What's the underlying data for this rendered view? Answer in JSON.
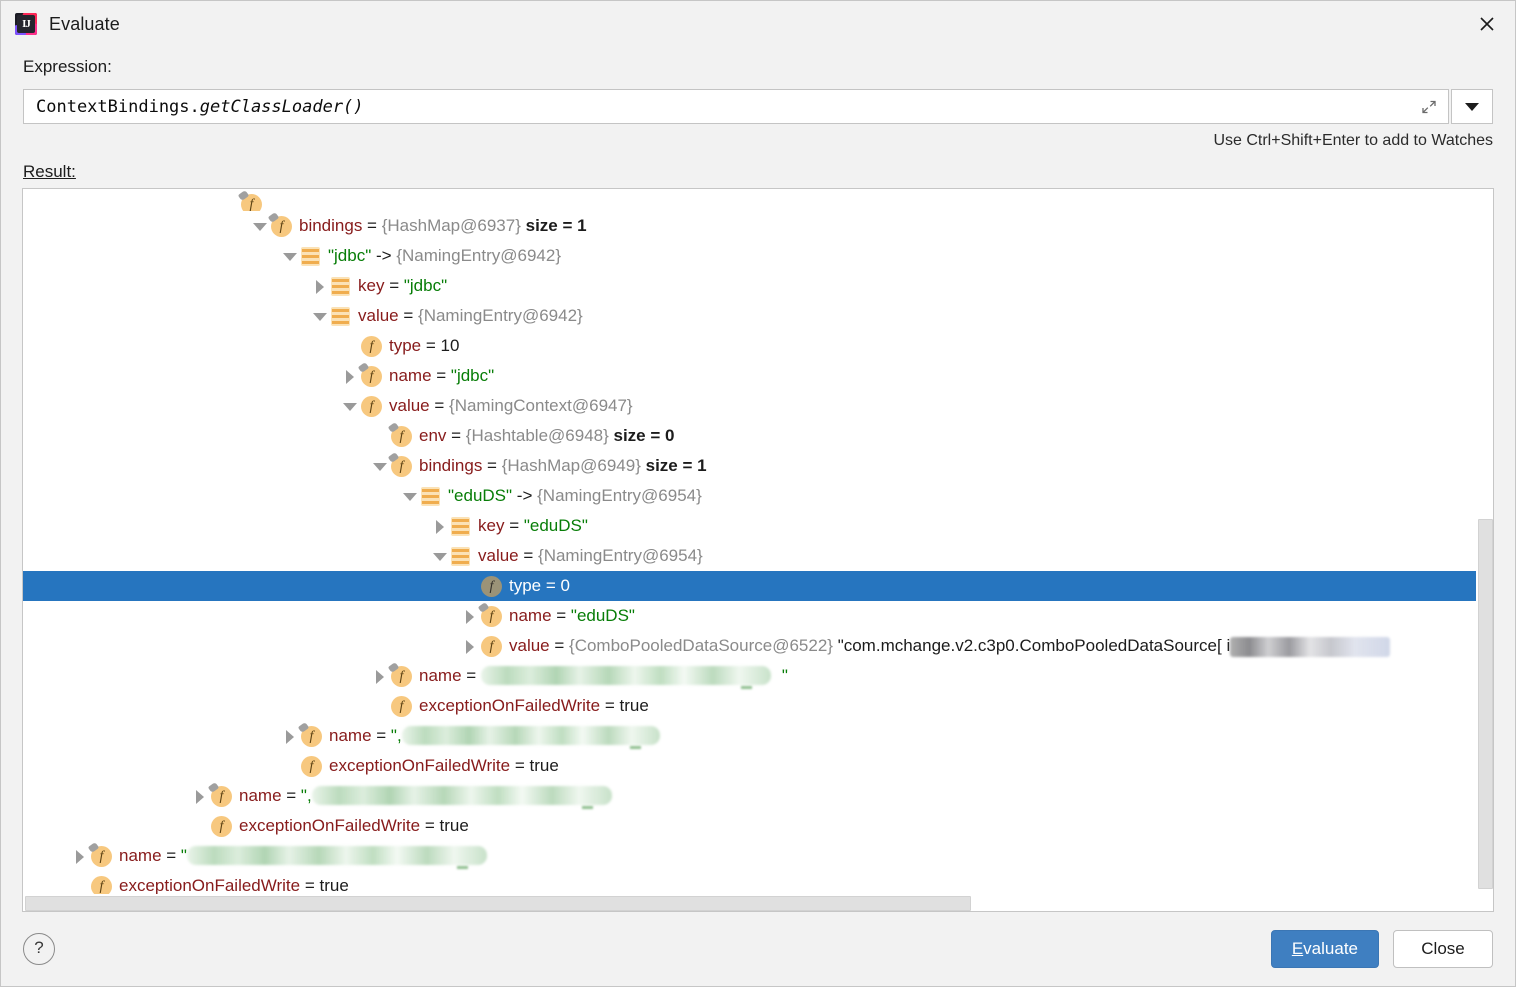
{
  "window": {
    "title": "Evaluate",
    "app_icon": "intellij-idea-icon",
    "close_icon": "close-icon"
  },
  "expression": {
    "label": "Expression:",
    "value_prefix": "ContextBindings.",
    "value_italic": "getClassLoader()",
    "value_full": "ContextBindings.getClassLoader()",
    "expand_icon": "expand-icon",
    "dropdown_icon": "chevron-down-icon",
    "hint": "Use Ctrl+Shift+Enter to add to Watches"
  },
  "result": {
    "label": "Result:",
    "rows": [
      {
        "indent": 7,
        "twisty": "none",
        "icon": "field-icon",
        "pin": true,
        "clipped": true,
        "name": "",
        "value_ref": "",
        "selected": false
      },
      {
        "indent": 8,
        "twisty": "down",
        "icon": "field-icon",
        "pin": true,
        "name": "bindings",
        "eq": "=",
        "value_ref": "{HashMap@6937}",
        "size_label": "size = 1",
        "selected": false
      },
      {
        "indent": 9,
        "twisty": "down",
        "icon": "map-entry-icon",
        "key_str": "\"jdbc\"",
        "arrow": "->",
        "value_ref": "{NamingEntry@6942}",
        "selected": false
      },
      {
        "indent": 10,
        "twisty": "right",
        "icon": "map-entry-icon",
        "name": "key",
        "eq": "=",
        "value_str": "\"jdbc\"",
        "selected": false
      },
      {
        "indent": 10,
        "twisty": "down",
        "icon": "map-entry-icon",
        "name": "value",
        "eq": "=",
        "value_ref": "{NamingEntry@6942}",
        "selected": false
      },
      {
        "indent": 11,
        "twisty": "none",
        "icon": "field-icon",
        "name": "type",
        "eq": "=",
        "value_num": "10",
        "selected": false
      },
      {
        "indent": 11,
        "twisty": "right",
        "icon": "field-icon",
        "pin": true,
        "name": "name",
        "eq": "=",
        "value_str": "\"jdbc\"",
        "selected": false
      },
      {
        "indent": 11,
        "twisty": "down",
        "icon": "field-icon",
        "name": "value",
        "eq": "=",
        "value_ref": "{NamingContext@6947}",
        "selected": false
      },
      {
        "indent": 12,
        "twisty": "none",
        "icon": "field-icon",
        "pin": true,
        "name": "env",
        "eq": "=",
        "value_ref": "{Hashtable@6948}",
        "size_label": "size = 0",
        "selected": false
      },
      {
        "indent": 12,
        "twisty": "down",
        "icon": "field-icon",
        "pin": true,
        "name": "bindings",
        "eq": "=",
        "value_ref": "{HashMap@6949}",
        "size_label": "size = 1",
        "selected": false
      },
      {
        "indent": 13,
        "twisty": "down",
        "icon": "map-entry-icon",
        "key_str": "\"eduDS\"",
        "arrow": "->",
        "value_ref": "{NamingEntry@6954}",
        "selected": false
      },
      {
        "indent": 14,
        "twisty": "right",
        "icon": "map-entry-icon",
        "name": "key",
        "eq": "=",
        "value_str": "\"eduDS\"",
        "selected": false
      },
      {
        "indent": 14,
        "twisty": "down",
        "icon": "map-entry-icon",
        "name": "value",
        "eq": "=",
        "value_ref": "{NamingEntry@6954}",
        "selected": false
      },
      {
        "indent": 15,
        "twisty": "none",
        "icon": "field-icon-gray",
        "name": "type",
        "eq": "=",
        "value_num": "0",
        "selected": true
      },
      {
        "indent": 15,
        "twisty": "right",
        "icon": "field-icon",
        "pin": true,
        "name": "name",
        "eq": "=",
        "value_str": "\"eduDS\"",
        "selected": false
      },
      {
        "indent": 15,
        "twisty": "right",
        "icon": "field-icon",
        "name": "value",
        "eq": "=",
        "value_ref": "{ComboPooledDataSource@6522}",
        "value_str_plain": "\"com.mchange.v2.c3p0.ComboPooledDataSource[ i",
        "redacted_gray": true,
        "selected": false
      },
      {
        "indent": 12,
        "twisty": "right",
        "icon": "field-icon",
        "pin": true,
        "name": "name",
        "eq": "=",
        "redacted": true,
        "redact_width": 290,
        "quote_tail": "\"",
        "selected": false
      },
      {
        "indent": 12,
        "twisty": "none",
        "icon": "field-icon",
        "name": "exceptionOnFailedWrite",
        "eq": "=",
        "value_bool": "true",
        "selected": false
      },
      {
        "indent": 9,
        "twisty": "right",
        "icon": "field-icon",
        "pin": true,
        "name": "name",
        "eq": "=",
        "quote_lead": "\",",
        "redacted": true,
        "redact_width": 258,
        "selected": false
      },
      {
        "indent": 9,
        "twisty": "none",
        "icon": "field-icon",
        "name": "exceptionOnFailedWrite",
        "eq": "=",
        "value_bool": "true",
        "selected": false
      },
      {
        "indent": 6,
        "twisty": "right",
        "icon": "field-icon",
        "pin": true,
        "name": "name",
        "eq": "=",
        "quote_lead": "\",",
        "redacted": true,
        "redact_width": 300,
        "selected": false
      },
      {
        "indent": 6,
        "twisty": "none",
        "icon": "field-icon",
        "name": "exceptionOnFailedWrite",
        "eq": "=",
        "value_bool": "true",
        "selected": false
      },
      {
        "indent": 2,
        "twisty": "right",
        "icon": "field-icon",
        "pin": true,
        "name": "name",
        "eq": "=",
        "quote_lead": "\"",
        "redacted": true,
        "redact_width": 300,
        "selected": false
      },
      {
        "indent": 2,
        "twisty": "none",
        "icon": "field-icon",
        "name": "exceptionOnFailedWrite",
        "eq": "=",
        "value_bool": "true",
        "selected": false
      }
    ]
  },
  "footer": {
    "help_label": "?",
    "evaluate_mnemonic": "E",
    "evaluate_rest": "valuate",
    "evaluate_label": "Evaluate",
    "close_label": "Close"
  },
  "colors": {
    "accent": "#2675bf",
    "primary_button": "#3f7fc1",
    "field_icon": "#f7c87f",
    "name_text": "#871b1b",
    "string_text": "#077d07",
    "ref_text": "#8a8a8a",
    "dialog_bg": "#f2f2f2"
  }
}
